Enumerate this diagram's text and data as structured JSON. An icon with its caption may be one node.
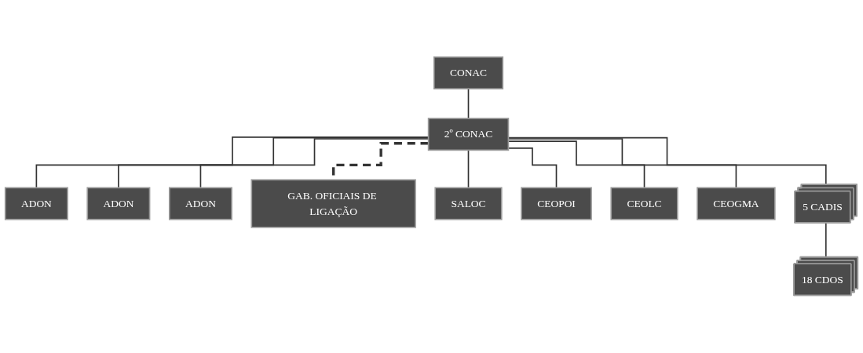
{
  "diagram": {
    "nodes": [
      {
        "text": [
          "CONAC"
        ]
      },
      {
        "text": [
          "2º CONAC"
        ]
      },
      {
        "text": [
          "ADON"
        ]
      },
      {
        "text": [
          "ADON"
        ]
      },
      {
        "text": [
          "ADON"
        ]
      },
      {
        "text": [
          "GAB. OFICIAIS DE LIGAÇÃO"
        ]
      },
      {
        "text": [
          "SALOC"
        ]
      },
      {
        "text": [
          "CEOPOI"
        ]
      },
      {
        "text": [
          "CEOLC"
        ]
      },
      {
        "text": [
          "CEOGMA"
        ]
      },
      {
        "text": [
          "5 CADIS"
        ]
      },
      {
        "text": [
          "18 CDOS"
        ]
      }
    ],
    "edges": [
      {
        "from": 0,
        "to": 1,
        "arrow": "none"
      },
      {
        "from": 1,
        "to": 2,
        "arrow": "none"
      },
      {
        "from": 1,
        "to": 3,
        "arrow": "none"
      },
      {
        "from": 1,
        "to": 4,
        "arrow": "none"
      },
      {
        "from": 1,
        "to": 5,
        "arrow": "none",
        "style": "dashed"
      },
      {
        "from": 1,
        "to": 6,
        "arrow": "none"
      },
      {
        "from": 1,
        "to": 7,
        "arrow": "none"
      },
      {
        "from": 1,
        "to": 8,
        "arrow": "none"
      },
      {
        "from": 1,
        "to": 9,
        "arrow": "none"
      },
      {
        "from": 1,
        "to": 10,
        "arrow": "none"
      },
      {
        "from": 10,
        "to": 11,
        "arrow": "none"
      }
    ]
  }
}
